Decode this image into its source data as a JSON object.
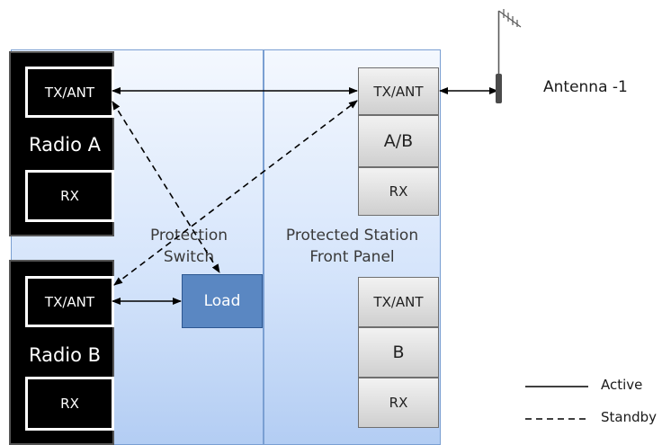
{
  "protection_switch": {
    "label_line1": "Protection",
    "label_line2": "Switch"
  },
  "front_panel": {
    "label_line1": "Protected Station",
    "label_line2": "Front Panel"
  },
  "radio_a": {
    "name": "Radio A",
    "tx": "TX/ANT",
    "rx": "RX"
  },
  "radio_b": {
    "name": "Radio B",
    "tx": "TX/ANT",
    "rx": "RX"
  },
  "load": {
    "label": "Load"
  },
  "station_a": {
    "tx": "TX/ANT",
    "mode": "A/B",
    "rx": "RX"
  },
  "station_b": {
    "tx": "TX/ANT",
    "mode": "B",
    "rx": "RX"
  },
  "antenna": {
    "label": "Antenna -1"
  },
  "legend": {
    "active": "Active",
    "standby": "Standby"
  }
}
